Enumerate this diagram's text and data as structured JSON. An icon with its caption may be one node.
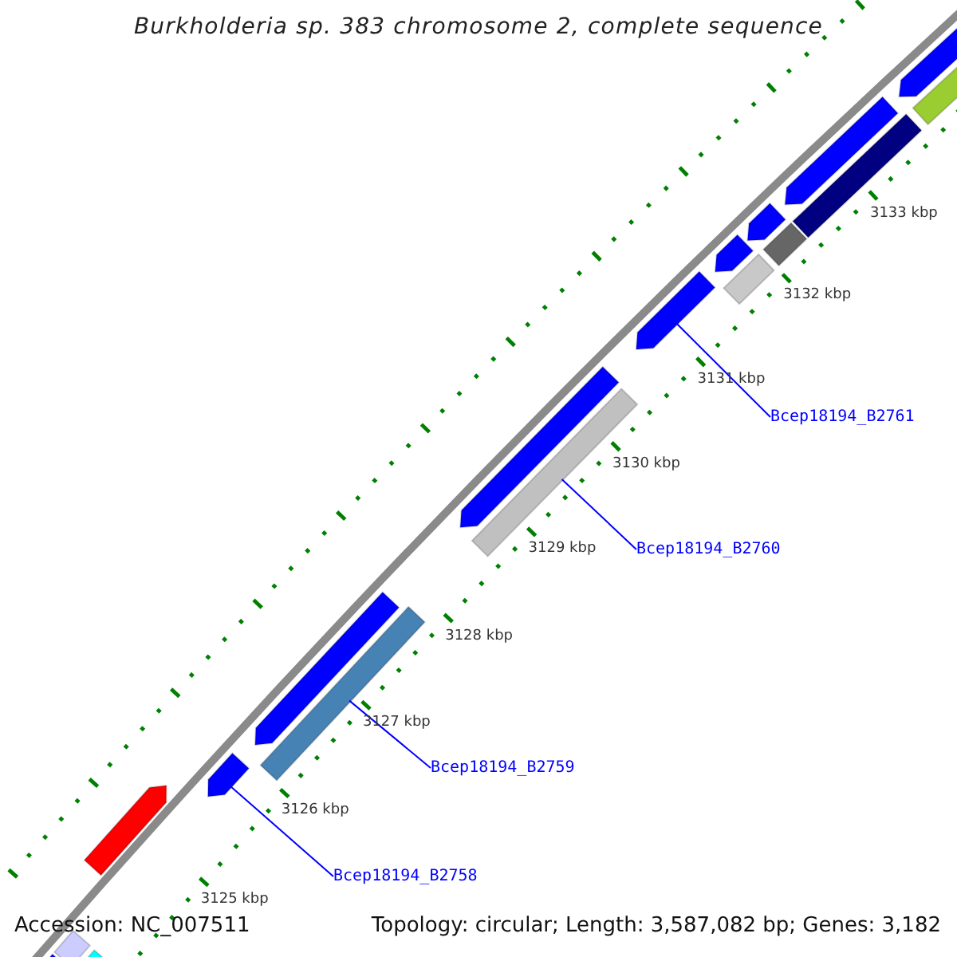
{
  "diagram": {
    "title": "Burkholderia sp. 383 chromosome 2, complete sequence",
    "nodes": [
      {
        "text": [
          "Bcep18194_B2761"
        ]
      },
      {
        "text": [
          "Bcep18194_B2760"
        ]
      },
      {
        "text": [
          "Bcep18194_B2759"
        ]
      },
      {
        "text": [
          "Bcep18194_B2758"
        ]
      },
      {
        "text": [],
        "shape": "bar"
      },
      {
        "text": [],
        "shape": "bar"
      },
      {
        "text": [],
        "shape": "bar"
      },
      {
        "text": [],
        "shape": "arrow"
      },
      {
        "text": [],
        "shape": "arrow"
      },
      {
        "text": [],
        "shape": "arrow"
      },
      {
        "text": [],
        "shape": "bar"
      },
      {
        "text": [],
        "shape": "arrow"
      },
      {
        "text": [],
        "shape": "bar"
      },
      {
        "text": [],
        "shape": "arrow"
      },
      {
        "text": [],
        "shape": "arrow"
      },
      {
        "text": [],
        "shape": "bar"
      },
      {
        "text": [],
        "shape": "arrow"
      },
      {
        "text": [],
        "shape": "bar"
      },
      {
        "text": [],
        "shape": "arrow"
      },
      {
        "text": [],
        "shape": "bar"
      },
      {
        "text": [],
        "shape": "arrow"
      },
      {
        "text": [],
        "shape": "bar"
      }
    ],
    "edges": [
      {
        "from": 0,
        "to": 13,
        "arrow": "none"
      },
      {
        "from": 1,
        "to": 12,
        "arrow": "none"
      },
      {
        "from": 2,
        "to": 10,
        "arrow": "none"
      },
      {
        "from": 3,
        "to": 8,
        "arrow": "none"
      }
    ],
    "labels": [
      "3133 kbp",
      "3132 kbp",
      "3131 kbp",
      "3130 kbp",
      "3129 kbp",
      "3128 kbp",
      "3127 kbp",
      "3126 kbp",
      "3125 kbp",
      "Accession: NC_007511",
      "Topology: circular; Length: 3,587,082 bp; Genes: 3,182"
    ]
  }
}
